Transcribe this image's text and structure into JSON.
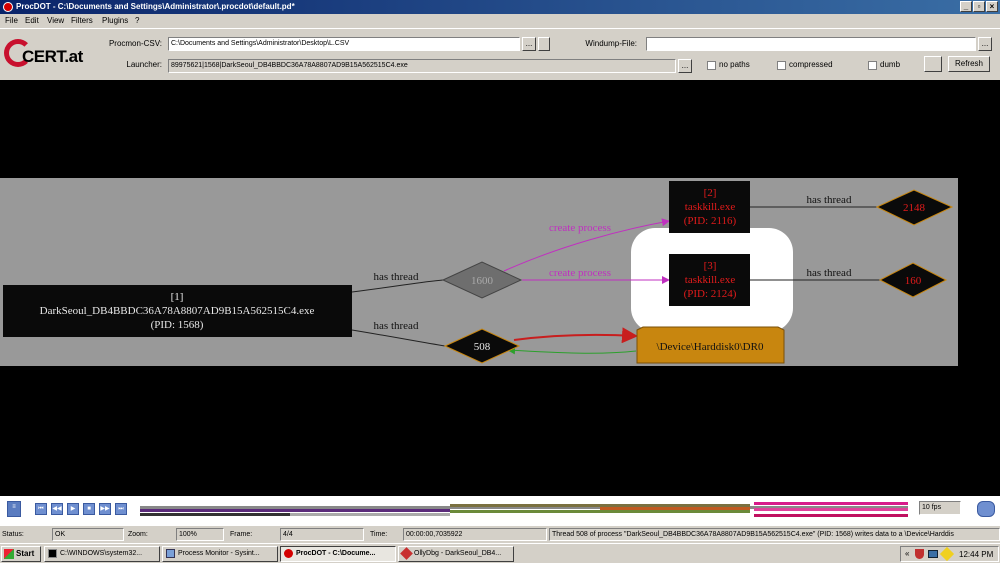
{
  "window": {
    "title": "ProcDOT - C:\\Documents and Settings\\Administrator\\.procdot\\default.pd*",
    "buttons": {
      "minimize": "_",
      "maximize": "▫",
      "close": "×"
    }
  },
  "menu": [
    "File",
    "Edit",
    "View",
    "Filters",
    "Plugins",
    "?"
  ],
  "header": {
    "logo_text": "CERT.at",
    "procmon_label": "Procmon-CSV:",
    "procmon_value": "C:\\Documents and Settings\\Administrator\\Desktop\\L.CSV",
    "windump_label": "Windump-File:",
    "windump_value": "",
    "launcher_label": "Launcher:",
    "launcher_value": "89975621|1568|DarkSeoul_DB4BBDC36A78A8807AD9B15A562515C4.exe",
    "browse": "...",
    "options": [
      "no paths",
      "compressed",
      "dumb"
    ],
    "refresh": "Refresh"
  },
  "graph": {
    "colors": {
      "root": "#0a0a0a",
      "process_text": "#e21b1b",
      "panel": "#999999",
      "highlight": "#ffffff",
      "file": "#c8860f",
      "create_edge": "#c030c0",
      "write_edge": "#c81e1e",
      "read_edge": "#2ca02c"
    },
    "root_process": {
      "id": "[1]",
      "name": "DarkSeoul_DB4BBDC36A78A8807AD9B15A562515C4.exe",
      "pid": "(PID: 1568)"
    },
    "processes": [
      {
        "id": "[2]",
        "name": "taskkill.exe",
        "pid": "(PID: 2116)"
      },
      {
        "id": "[3]",
        "name": "taskkill.exe",
        "pid": "(PID: 2124)"
      }
    ],
    "threads": [
      "1600",
      "508",
      "2148",
      "160"
    ],
    "file": "\\Device\\Harddisk0\\DR0",
    "edge_labels": {
      "has_thread": "has thread",
      "create_process": "create process"
    }
  },
  "timeline": {
    "fps": "10 fps",
    "controls": [
      "first",
      "prev",
      "play",
      "stop",
      "next",
      "last"
    ]
  },
  "status": {
    "status_label": "Status:",
    "status_value": "OK",
    "zoom_label": "Zoom:",
    "zoom_value": "100%",
    "frame_label": "Frame:",
    "frame_value": "4/4",
    "time_label": "Time:",
    "time_value": "00:00:00,7035922",
    "message": "Thread 508 of process \"DarkSeoul_DB4BBDC36A78A8807AD9B15A562515C4.exe\" (PID: 1568) writes data to a \\Device\\Harddis"
  },
  "taskbar": {
    "start": "Start",
    "items": [
      "C:\\WINDOWS\\system32...",
      "Process Monitor - Sysint...",
      "ProcDOT - C:\\Docume...",
      "OllyDbg - DarkSeoul_DB4..."
    ],
    "clock": "12:44 PM"
  }
}
